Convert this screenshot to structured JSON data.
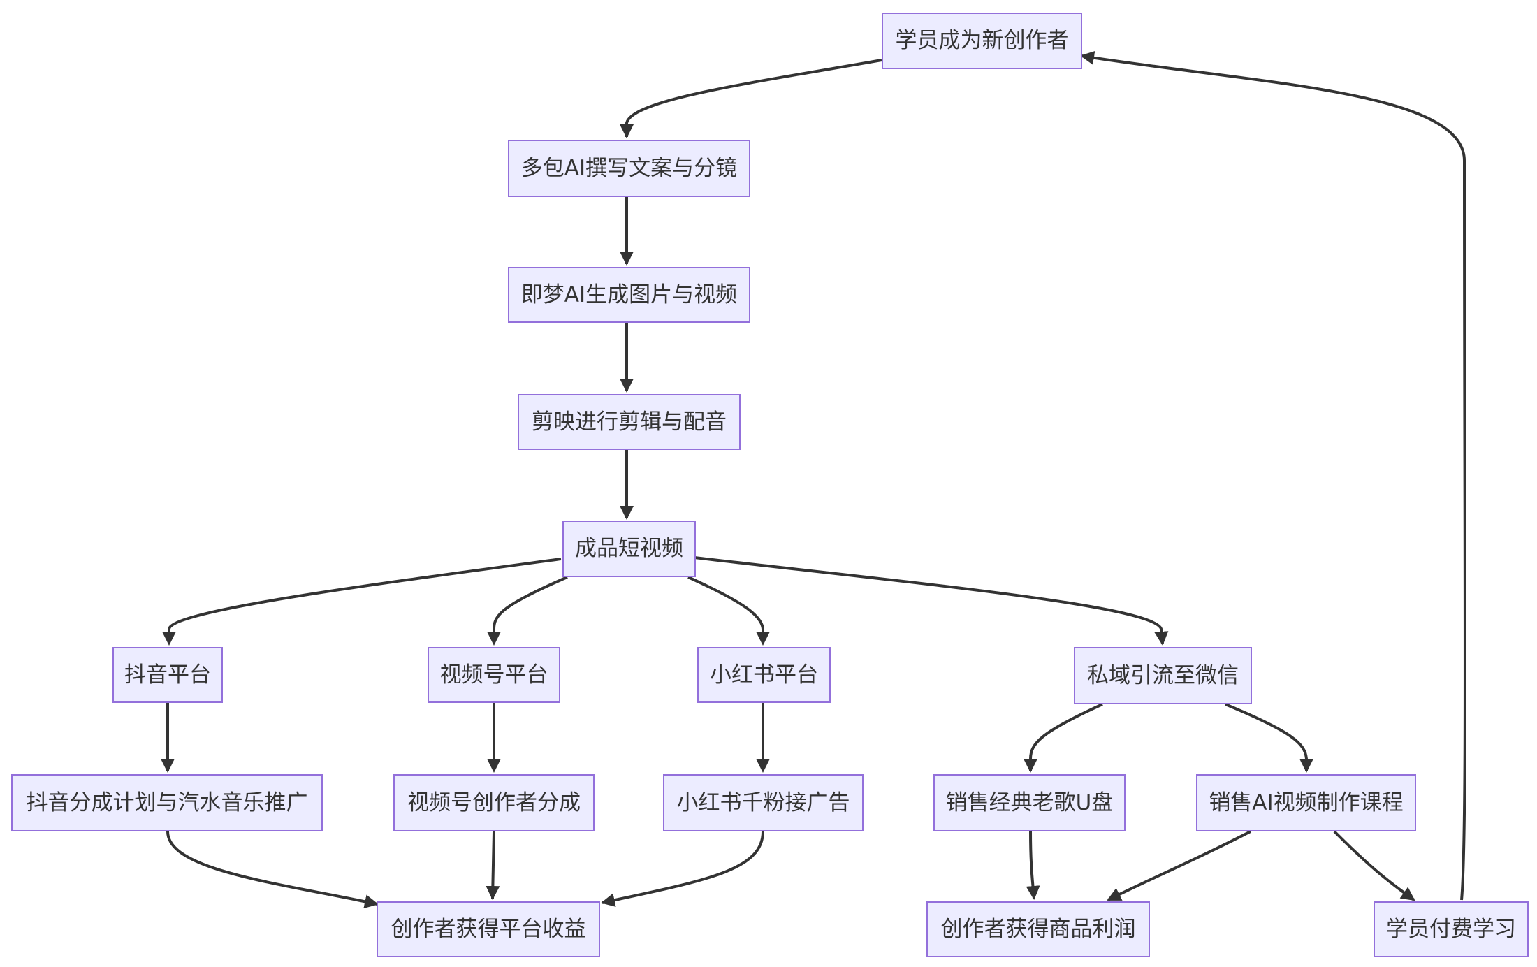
{
  "colors": {
    "node_fill": "#ececff",
    "node_border": "#9370db",
    "text": "#333333",
    "edge": "#333333"
  },
  "nodes": {
    "student_new_creator": "学员成为新创作者",
    "doubao_copy": "多包AI撰写文案与分镜",
    "jimeng_generate": "即梦AI生成图片与视频",
    "jianying_edit": "剪映进行剪辑与配音",
    "finished_video": "成品短视频",
    "douyin": "抖音平台",
    "shipinhao": "视频号平台",
    "xiaohongshu": "小红书平台",
    "private_wechat": "私域引流至微信",
    "douyin_revenue": "抖音分成计划与汽水音乐推广",
    "shipinhao_revenue": "视频号创作者分成",
    "xhs_ads": "小红书千粉接广告",
    "sell_usb": "销售经典老歌U盘",
    "sell_course": "销售AI视频制作课程",
    "platform_income": "创作者获得平台收益",
    "product_profit": "创作者获得商品利润",
    "student_pays": "学员付费学习"
  },
  "edges": [
    [
      "student_new_creator",
      "doubao_copy"
    ],
    [
      "doubao_copy",
      "jimeng_generate"
    ],
    [
      "jimeng_generate",
      "jianying_edit"
    ],
    [
      "jianying_edit",
      "finished_video"
    ],
    [
      "finished_video",
      "douyin"
    ],
    [
      "finished_video",
      "shipinhao"
    ],
    [
      "finished_video",
      "xiaohongshu"
    ],
    [
      "finished_video",
      "private_wechat"
    ],
    [
      "douyin",
      "douyin_revenue"
    ],
    [
      "shipinhao",
      "shipinhao_revenue"
    ],
    [
      "xiaohongshu",
      "xhs_ads"
    ],
    [
      "private_wechat",
      "sell_usb"
    ],
    [
      "private_wechat",
      "sell_course"
    ],
    [
      "douyin_revenue",
      "platform_income"
    ],
    [
      "shipinhao_revenue",
      "platform_income"
    ],
    [
      "xhs_ads",
      "platform_income"
    ],
    [
      "sell_usb",
      "product_profit"
    ],
    [
      "sell_course",
      "product_profit"
    ],
    [
      "sell_course",
      "student_pays"
    ],
    [
      "student_pays",
      "student_new_creator"
    ]
  ]
}
